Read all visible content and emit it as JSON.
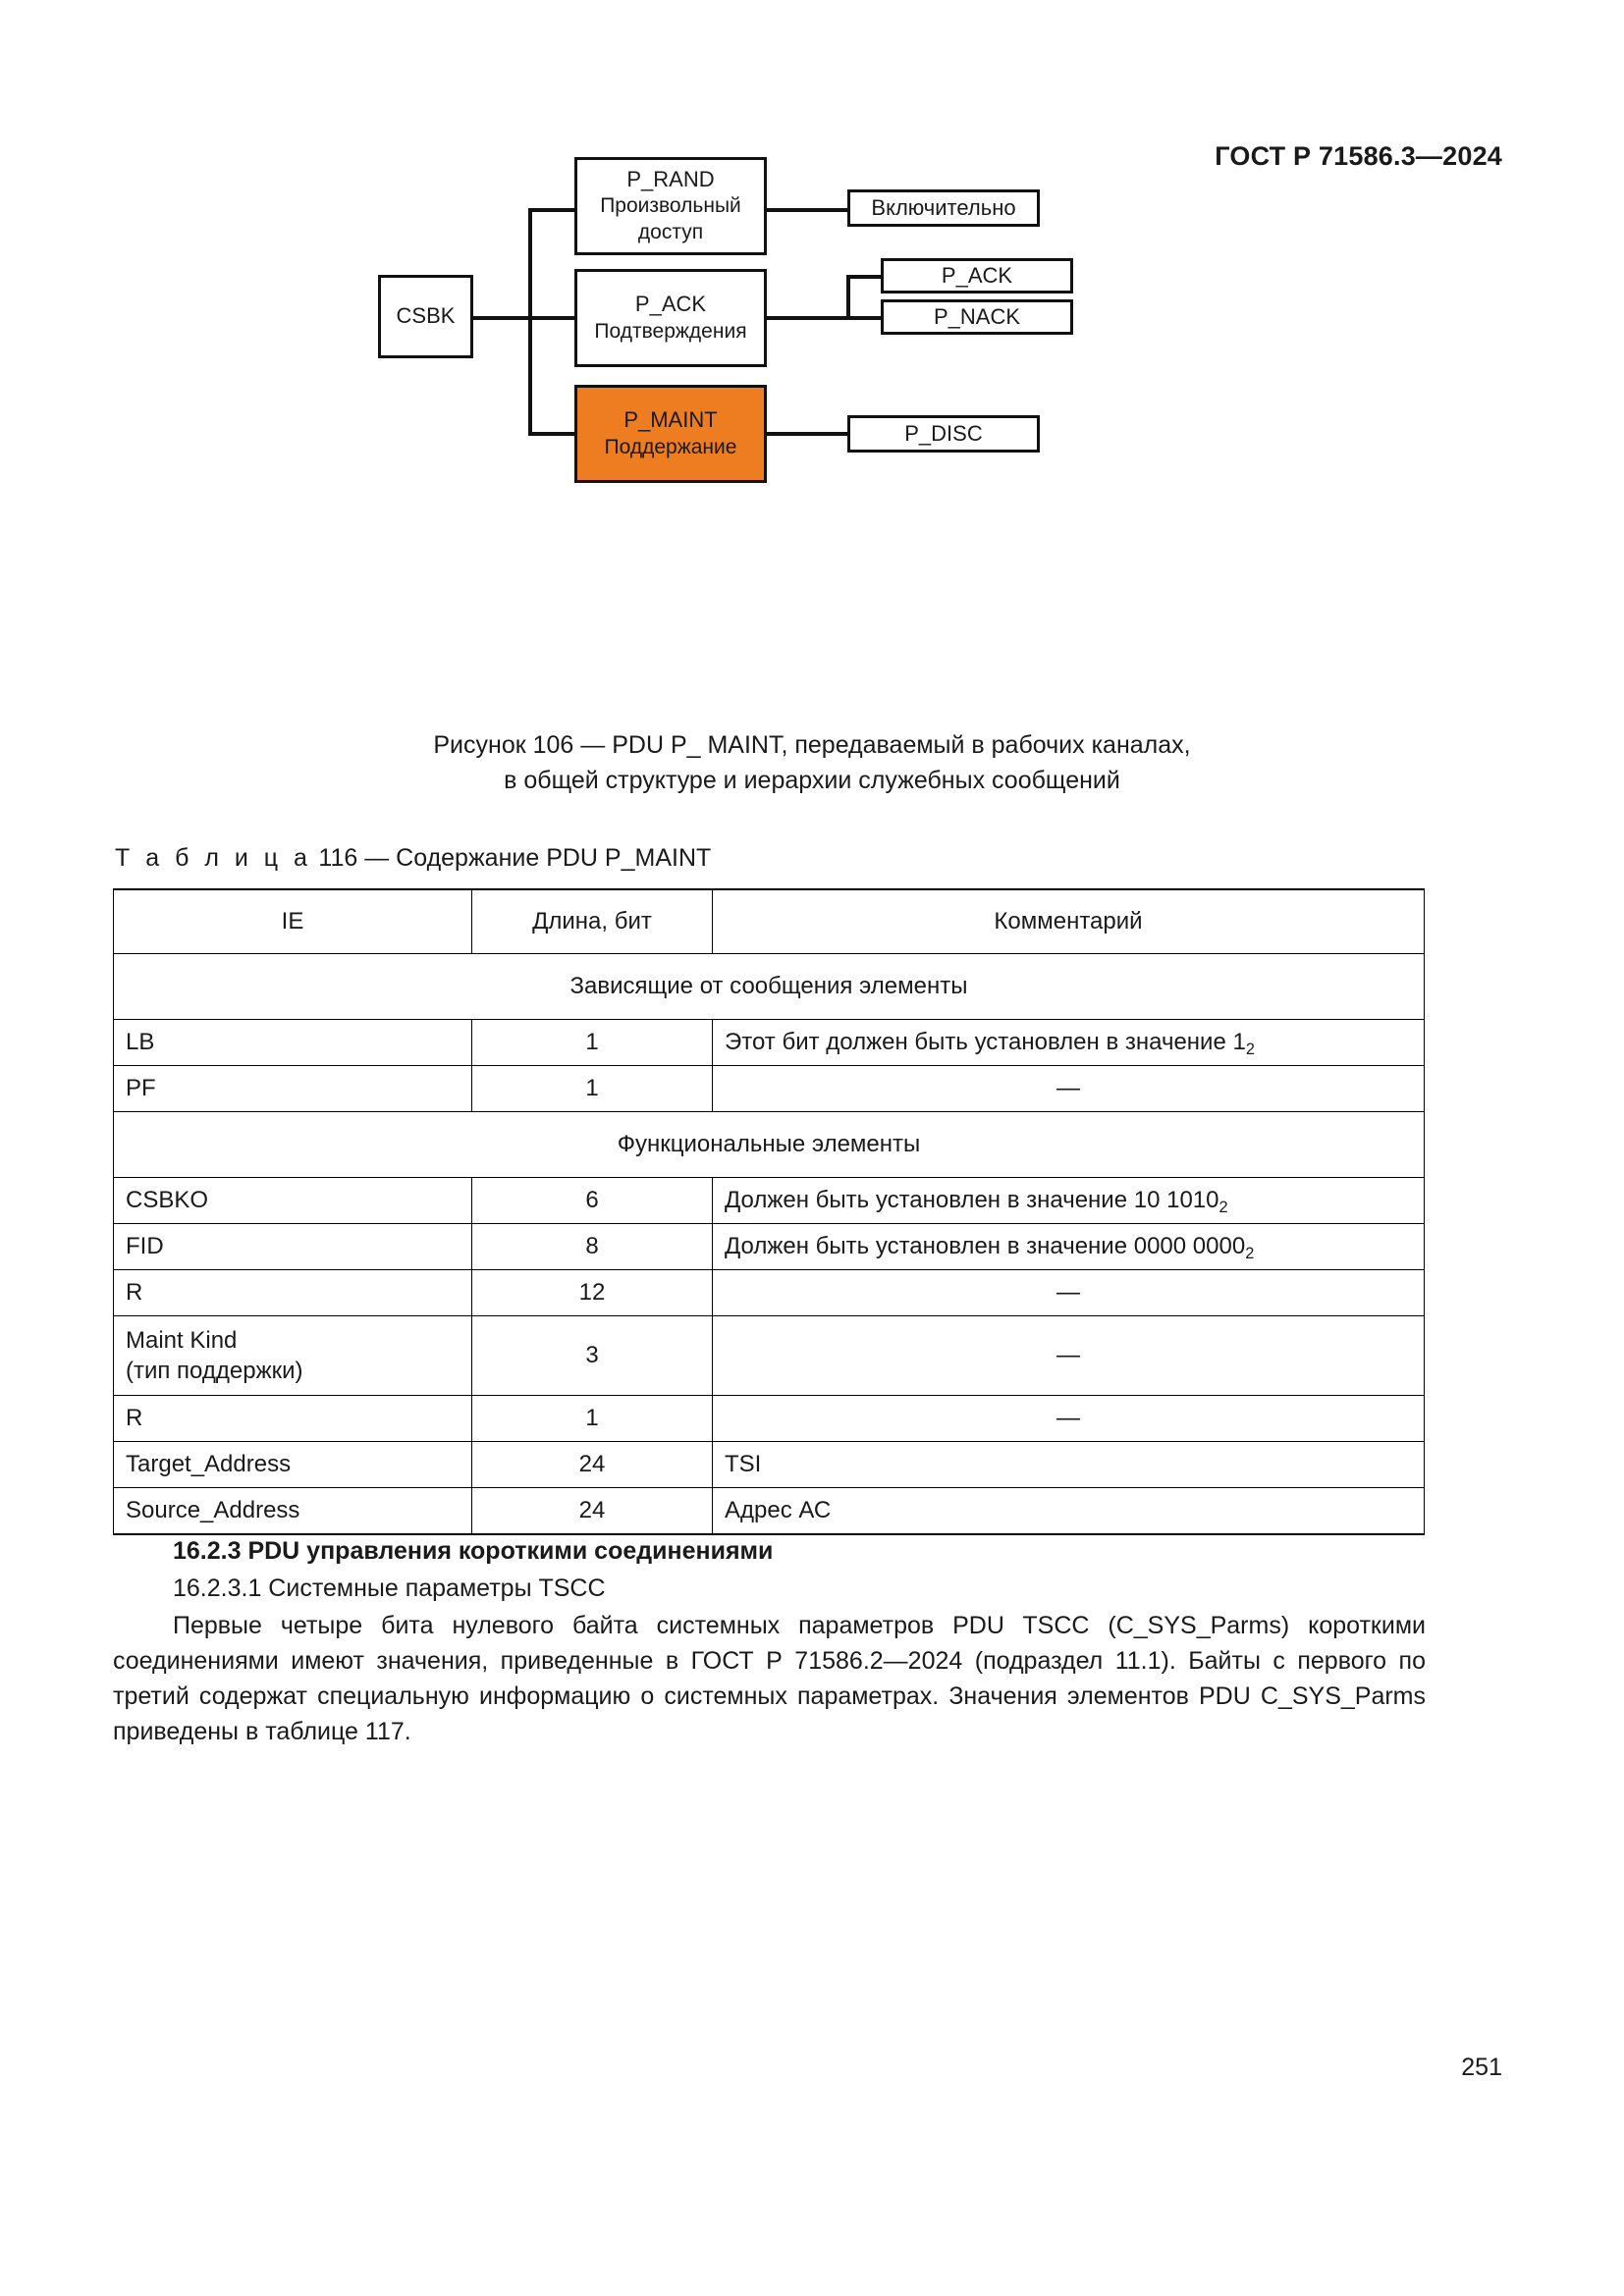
{
  "header": {
    "standard_id": "ГОСТ Р 71586.3—2024"
  },
  "figure": {
    "boxes": {
      "csbk": {
        "line1": "CSBK"
      },
      "p_rand": {
        "line1": "P_RAND",
        "line2": "Произвольный доступ"
      },
      "p_ack_parent": {
        "line1": "P_ACK",
        "line2": "Подтверждения"
      },
      "p_maint": {
        "line1": "P_MAINT",
        "line2": "Поддержание"
      },
      "inclusive": {
        "line1": "Включительно"
      },
      "p_ack_leaf": {
        "line1": "P_ACK"
      },
      "p_nack_leaf": {
        "line1": "P_NACK"
      },
      "p_disc_leaf": {
        "line1": "P_DISC"
      }
    },
    "highlight_color": "#ED7D20",
    "caption_line1": "Рисунок 106 — PDU P_ MAINT, передаваемый в рабочих каналах,",
    "caption_line2": "в общей структуре и иерархии служебных сообщений"
  },
  "table": {
    "title_prefix": "Т а б л и ц а",
    "title_rest": "116 — Содержание PDU P_MAINT",
    "headers": [
      "IE",
      "Длина, бит",
      "Комментарий"
    ],
    "sections": [
      {
        "section_label": "Зависящие от сообщения элементы",
        "rows": [
          {
            "ie": "LB",
            "len": "1",
            "comment_pre": "Этот бит должен быть установлен в значение 1",
            "comment_sub": "2",
            "comment_align": "left"
          },
          {
            "ie": "PF",
            "len": "1",
            "comment_pre": "—",
            "comment_sub": "",
            "comment_align": "center"
          }
        ]
      },
      {
        "section_label": "Функциональные элементы",
        "rows": [
          {
            "ie": "CSBKO",
            "len": "6",
            "comment_pre": "Должен быть установлен в значение 10 1010",
            "comment_sub": "2",
            "comment_align": "left"
          },
          {
            "ie": "FID",
            "len": "8",
            "comment_pre": "Должен быть установлен в значение 0000 0000",
            "comment_sub": "2",
            "comment_align": "left"
          },
          {
            "ie": "R",
            "len": "12",
            "comment_pre": "—",
            "comment_sub": "",
            "comment_align": "center"
          },
          {
            "ie": "Maint Kind",
            "ie_line2": "(тип поддержки)",
            "len": "3",
            "comment_pre": "—",
            "comment_sub": "",
            "comment_align": "center"
          },
          {
            "ie": "R",
            "len": "1",
            "comment_pre": "—",
            "comment_sub": "",
            "comment_align": "center"
          },
          {
            "ie": "Target_Address",
            "len": "24",
            "comment_pre": "TSI",
            "comment_sub": "",
            "comment_align": "left"
          },
          {
            "ie": "Source_Address",
            "len": "24",
            "comment_pre": "Адрес АС",
            "comment_sub": "",
            "comment_align": "left"
          }
        ]
      }
    ]
  },
  "body": {
    "heading_3": "16.2.3 PDU управления короткими соединениями",
    "heading_4": "16.2.3.1 Системные параметры TSCC",
    "paragraph": "Первые четыре бита нулевого байта системных параметров PDU TSCC (C_SYS_Parms) короткими соединениями имеют значения, приведенные в ГОСТ Р 71586.2—2024 (подраздел 11.1). Байты с первого по третий содержат специальную информацию о системных параметрах. Значения элементов PDU C_SYS_Parms приведены в таблице 117."
  },
  "footer": {
    "page_number": "251"
  }
}
